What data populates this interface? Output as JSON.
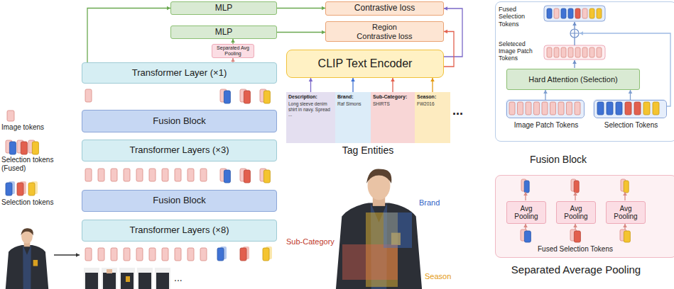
{
  "diagram": {
    "nodes": [
      {
        "text": [
          "MLP"
        ]
      },
      {
        "text": [
          "Contrastive loss"
        ]
      },
      {
        "text": [
          "MLP"
        ]
      },
      {
        "text": [
          "Region Contrastive loss"
        ]
      },
      {
        "text": [
          "Separated Avg Pooling"
        ]
      },
      {
        "text": [
          "CLIP Text Encoder"
        ]
      },
      {
        "text": [
          "Transformer Layer (×1)"
        ]
      },
      {
        "text": [
          "Fusion Block"
        ]
      },
      {
        "text": [
          "Transformer Layers (×3)"
        ]
      },
      {
        "text": [
          "Fusion Block"
        ]
      },
      {
        "text": [
          "Transformer Layers (×8)"
        ]
      },
      {
        "text": [
          "Description:",
          "Long sleeve denim shirt in navy. Spread ..."
        ]
      },
      {
        "text": [
          "Brand:",
          "Raf Simons"
        ]
      },
      {
        "text": [
          "Sub-Category:",
          "SHIRTS"
        ]
      },
      {
        "text": [
          "Season:",
          "FW2016"
        ]
      },
      {
        "text": [
          "Fusion Block"
        ]
      },
      {
        "text": [
          "Hard Attention (Selection)"
        ],
        "in": 15
      },
      {
        "text": [
          "Image Patch Tokens"
        ],
        "in": 15
      },
      {
        "text": [
          "Selection Tokens"
        ],
        "in": 15
      },
      {
        "text": [
          "Separated Average Pooling"
        ]
      },
      {
        "text": [
          "Avg Pooling"
        ],
        "in": 19
      },
      {
        "text": [
          "Avg Pooling"
        ],
        "in": 19
      },
      {
        "text": [
          "Avg Pooling"
        ],
        "in": 19
      }
    ],
    "edges": [
      {
        "from": 6,
        "to": 0,
        "arrow": "to"
      },
      {
        "from": 0,
        "to": 1,
        "arrow": "to"
      },
      {
        "from": 6,
        "to": 4,
        "arrow": "to"
      },
      {
        "from": 4,
        "to": 2,
        "arrow": "to"
      },
      {
        "from": 2,
        "to": 3,
        "arrow": "to"
      },
      {
        "from": 5,
        "to": 1,
        "arrow": "to"
      },
      {
        "from": 5,
        "to": 3,
        "arrow": "to"
      },
      {
        "from": 11,
        "to": 5,
        "arrow": "to"
      },
      {
        "from": 12,
        "to": 5,
        "arrow": "to"
      },
      {
        "from": 13,
        "to": 5,
        "arrow": "to"
      },
      {
        "from": 14,
        "to": 5,
        "arrow": "to"
      },
      {
        "from": 17,
        "to": 16,
        "arrow": "to"
      },
      {
        "from": 18,
        "to": 16,
        "arrow": "to"
      }
    ],
    "labels": [
      "Tag Entities",
      "...",
      "Sub-Category",
      "Brand",
      "Season",
      "Fused Selection Tokens",
      "Seleteced Image Patch Tokens",
      "Fused Selection Tokens",
      "..."
    ],
    "legend": [
      {
        "text": "Image tokens"
      },
      {
        "text": "Selection tokens (Fused)"
      },
      {
        "text": "Selection tokens"
      }
    ]
  }
}
